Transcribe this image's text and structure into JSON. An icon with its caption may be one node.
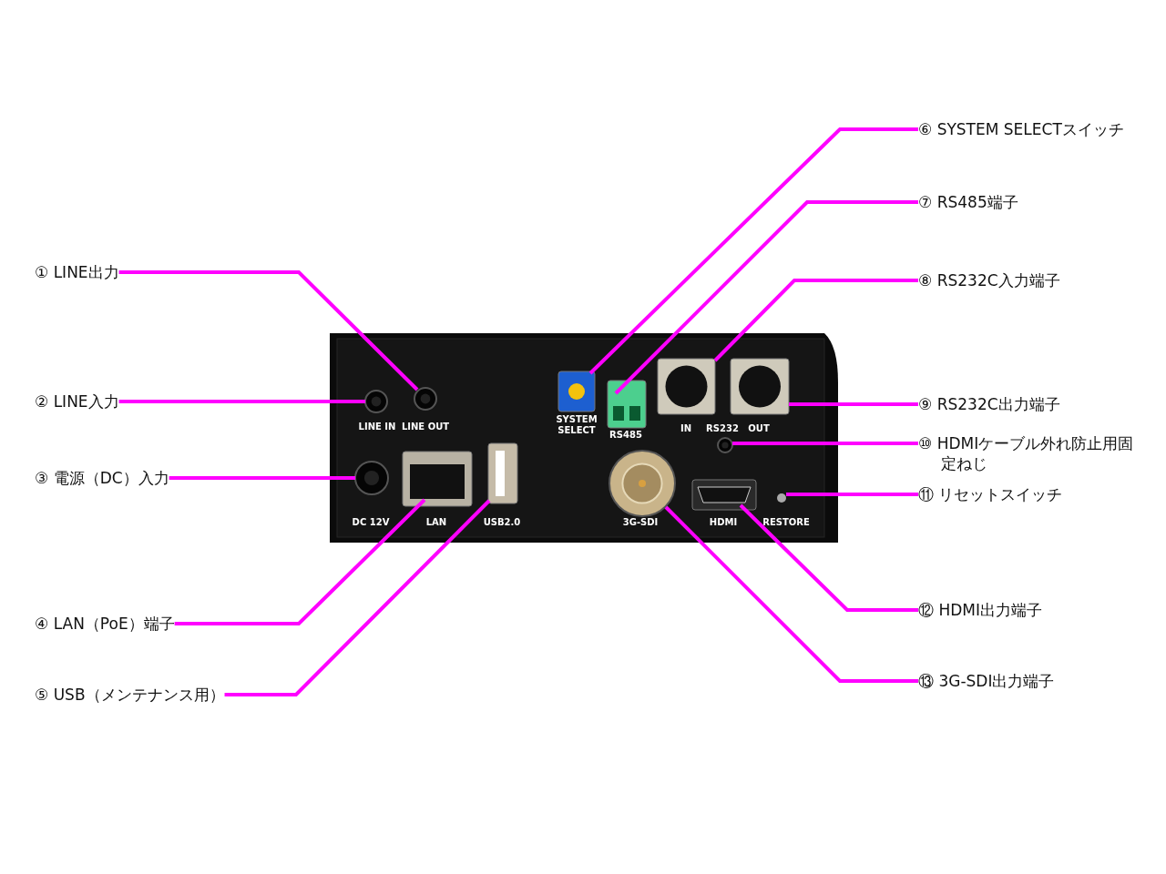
{
  "diagram": {
    "nodes": [
      {
        "text": [
          "① LINE出力"
        ]
      },
      {
        "text": [
          "② LINE入力"
        ]
      },
      {
        "text": [
          "③ 電源（DC）入力"
        ]
      },
      {
        "text": [
          "④ LAN（PoE）端子"
        ]
      },
      {
        "text": [
          "⑤ USB（メンテナンス用）"
        ]
      },
      {
        "text": [
          "⑥ SYSTEM SELECTスイッチ"
        ]
      },
      {
        "text": [
          "⑦ RS485端子"
        ]
      },
      {
        "text": [
          "⑧ RS232C入力端子"
        ]
      },
      {
        "text": [
          "⑨ RS232C出力端子"
        ]
      },
      {
        "text": [
          "⑩ HDMIケーブル外れ防止用固定ねじ"
        ]
      },
      {
        "text": [
          "⑪ リセットスイッチ"
        ]
      },
      {
        "text": [
          "⑫ HDMI出力端子"
        ]
      },
      {
        "text": [
          "⑬ 3G-SDI出力端子"
        ]
      },
      {
        "text": [],
        "shape": "circle"
      },
      {
        "text": [],
        "shape": "circle"
      },
      {
        "text": [],
        "shape": "circle"
      },
      {
        "text": [],
        "shape": "box"
      },
      {
        "text": [],
        "shape": "box"
      },
      {
        "text": [],
        "shape": "box"
      },
      {
        "text": [],
        "shape": "box"
      },
      {
        "text": [],
        "shape": "box"
      },
      {
        "text": [],
        "shape": "box"
      },
      {
        "text": [],
        "shape": "circle"
      },
      {
        "text": [],
        "shape": "circle"
      },
      {
        "text": [],
        "shape": "box"
      },
      {
        "text": [],
        "shape": "circle"
      }
    ],
    "edges": [
      {
        "from": 0,
        "to": 13,
        "arrow": "none"
      },
      {
        "from": 1,
        "to": 14,
        "arrow": "none"
      },
      {
        "from": 2,
        "to": 15,
        "arrow": "none"
      },
      {
        "from": 3,
        "to": 16,
        "arrow": "none"
      },
      {
        "from": 4,
        "to": 17,
        "arrow": "none"
      },
      {
        "from": 5,
        "to": 18,
        "arrow": "none"
      },
      {
        "from": 6,
        "to": 19,
        "arrow": "none"
      },
      {
        "from": 7,
        "to": 20,
        "arrow": "none"
      },
      {
        "from": 8,
        "to": 21,
        "arrow": "none"
      },
      {
        "from": 9,
        "to": 22,
        "arrow": "none"
      },
      {
        "from": 10,
        "to": 23,
        "arrow": "none"
      },
      {
        "from": 11,
        "to": 24,
        "arrow": "none"
      },
      {
        "from": 12,
        "to": 25,
        "arrow": "none"
      }
    ],
    "labels": [
      "SYSTEM SELECT",
      "RS485",
      "LINE IN",
      "LINE OUT",
      "IN",
      "RS232",
      "OUT",
      "DC 12V",
      "LAN",
      "USB2.0",
      "3G-SDI",
      "HDMI",
      "RESTORE"
    ]
  }
}
